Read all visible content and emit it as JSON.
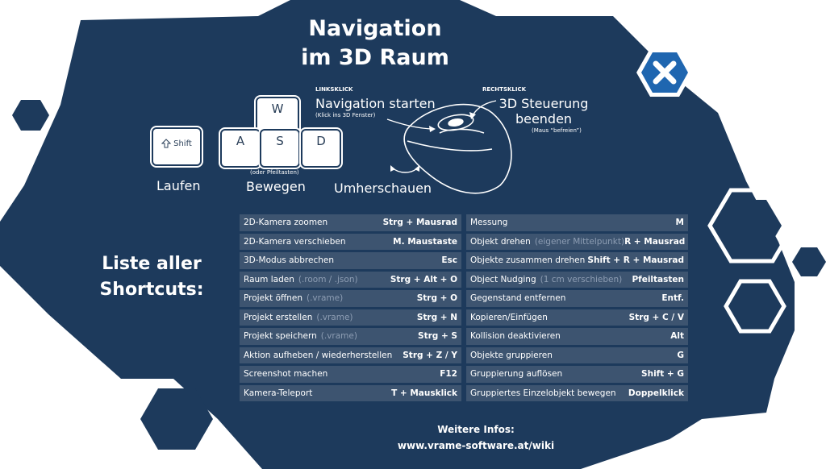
{
  "title": {
    "line1": "Navigation",
    "line2": "im 3D Raum"
  },
  "close_icon": "close-x-icon",
  "keys": {
    "shift": "Shift",
    "w": "W",
    "a": "A",
    "s": "S",
    "d": "D"
  },
  "labels": {
    "laufen": "Laufen",
    "bewegen": "Bewegen",
    "pfeiltasten_hint": "(oder Pfeiltasten)",
    "umherschauen": "Umherschauen",
    "linksklick": "LINKSKLICK",
    "navigation_starten": "Navigation starten",
    "klick_hint": "(Klick ins 3D Fenster)",
    "rechtsklick": "RECHTSKLICK",
    "steuerung_line1": "3D Steuerung",
    "steuerung_line2": "beenden",
    "maus_hint": "(Maus “befreien”)"
  },
  "shortcuts_heading": {
    "line1": "Liste aller",
    "line2": "Shortcuts:"
  },
  "shortcuts": {
    "left": [
      {
        "action": "2D-Kamera zoomen",
        "hint": "",
        "key": "Strg + Mausrad"
      },
      {
        "action": "2D-Kamera verschieben",
        "hint": "",
        "key": "M. Maustaste"
      },
      {
        "action": "3D-Modus abbrechen",
        "hint": "",
        "key": "Esc"
      },
      {
        "action": "Raum laden",
        "hint": "(.room / .json)",
        "key": "Strg + Alt + O"
      },
      {
        "action": "Projekt öffnen",
        "hint": "(.vrame)",
        "key": "Strg + O"
      },
      {
        "action": "Projekt erstellen",
        "hint": "(.vrame)",
        "key": "Strg + N"
      },
      {
        "action": "Projekt speichern",
        "hint": "(.vrame)",
        "key": "Strg + S"
      },
      {
        "action": "Aktion aufheben / wiederherstellen",
        "hint": "",
        "key": "Strg + Z / Y"
      },
      {
        "action": "Screenshot machen",
        "hint": "",
        "key": "F12"
      },
      {
        "action": "Kamera-Teleport",
        "hint": "",
        "key": "T + Mausklick"
      }
    ],
    "right": [
      {
        "action": "Messung",
        "hint": "",
        "key": "M"
      },
      {
        "action": "Objekt drehen",
        "hint": "(eigener Mittelpunkt)",
        "key": "R + Mausrad"
      },
      {
        "action": "Objekte zusammen drehen",
        "hint": "",
        "key": "Shift + R + Mausrad"
      },
      {
        "action": "Object Nudging",
        "hint": "(1 cm verschieben)",
        "key": "Pfeiltasten"
      },
      {
        "action": "Gegenstand entfernen",
        "hint": "",
        "key": "Entf."
      },
      {
        "action": "Kopieren/Einfügen",
        "hint": "",
        "key": "Strg + C / V"
      },
      {
        "action": "Kollision deaktivieren",
        "hint": "",
        "key": "Alt"
      },
      {
        "action": "Objekte gruppieren",
        "hint": "",
        "key": "G"
      },
      {
        "action": "Gruppierung auflösen",
        "hint": "",
        "key": "Shift + G"
      },
      {
        "action": "Gruppiertes Einzelobjekt bewegen",
        "hint": "",
        "key": "Doppelklick"
      }
    ]
  },
  "footer": {
    "line1": "Weitere Infos:",
    "line2": "www.vrame-software.at/wiki"
  },
  "colors": {
    "panel": "#1d3a5c",
    "cell": "#3d5470",
    "accent": "#1f66b0",
    "hint": "#8d9db3"
  }
}
